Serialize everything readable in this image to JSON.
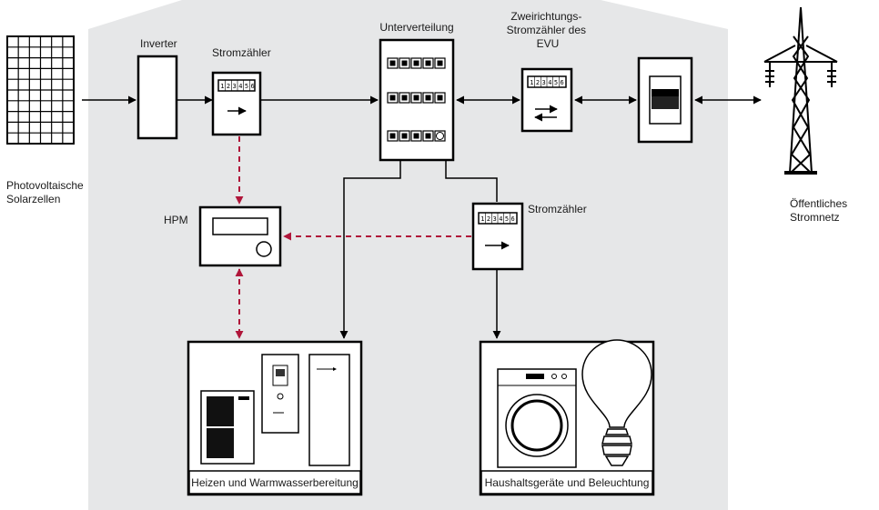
{
  "labels": {
    "solar": [
      "Photovoltaische",
      "Solarzellen"
    ],
    "inverter": "Inverter",
    "meter_top": "Stromzähler",
    "distribution": "Unterverteilung",
    "bidirectional_meter": [
      "Zweirichtungs-",
      "Stromzähler des",
      "EVU"
    ],
    "grid": [
      "Öffentliches",
      "Stromnetz"
    ],
    "hpm": "HPM",
    "meter_mid": "Stromzähler",
    "heating_box": "Heizen und Warmwasserbereitung",
    "household_box": "Haushaltsgeräte und Beleuchtung"
  },
  "meter_digits": [
    "1",
    "2",
    "3",
    "4",
    "5",
    "6"
  ],
  "colors": {
    "house_fill": "#e6e7e8",
    "flow_line": "#000000",
    "data_link": "#b0163a"
  },
  "icons": {
    "solar": "solar-panel-icon",
    "grid": "power-pylon-icon",
    "washer": "washing-machine-icon",
    "bulb": "light-bulb-icon",
    "heatpump": "heat-pump-outdoor-unit-icon"
  }
}
